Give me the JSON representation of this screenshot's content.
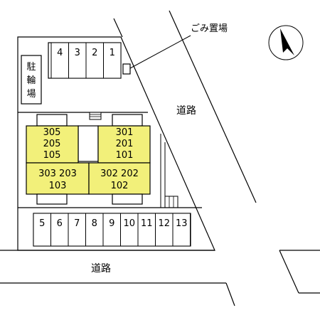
{
  "labels": {
    "garbage": "ごみ置場",
    "bike_parking": [
      "駐",
      "輪",
      "場"
    ],
    "road_east": "道路",
    "road_south": "道路"
  },
  "parking_top": [
    "4",
    "3",
    "2",
    "1"
  ],
  "parking_bottom": [
    "5",
    "6",
    "7",
    "8",
    "9",
    "10",
    "11",
    "12",
    "13"
  ],
  "units": {
    "left_upper": [
      "305",
      "205",
      "105"
    ],
    "right_upper": [
      "301",
      "201",
      "101"
    ],
    "left_lower": [
      "303 203",
      "103"
    ],
    "right_lower": [
      "302 202",
      "102"
    ]
  },
  "colors": {
    "unit_fill": "#f2f07a",
    "line": "#000000",
    "background": "#ffffff"
  },
  "icons": {
    "compass": "north-arrow-icon"
  }
}
